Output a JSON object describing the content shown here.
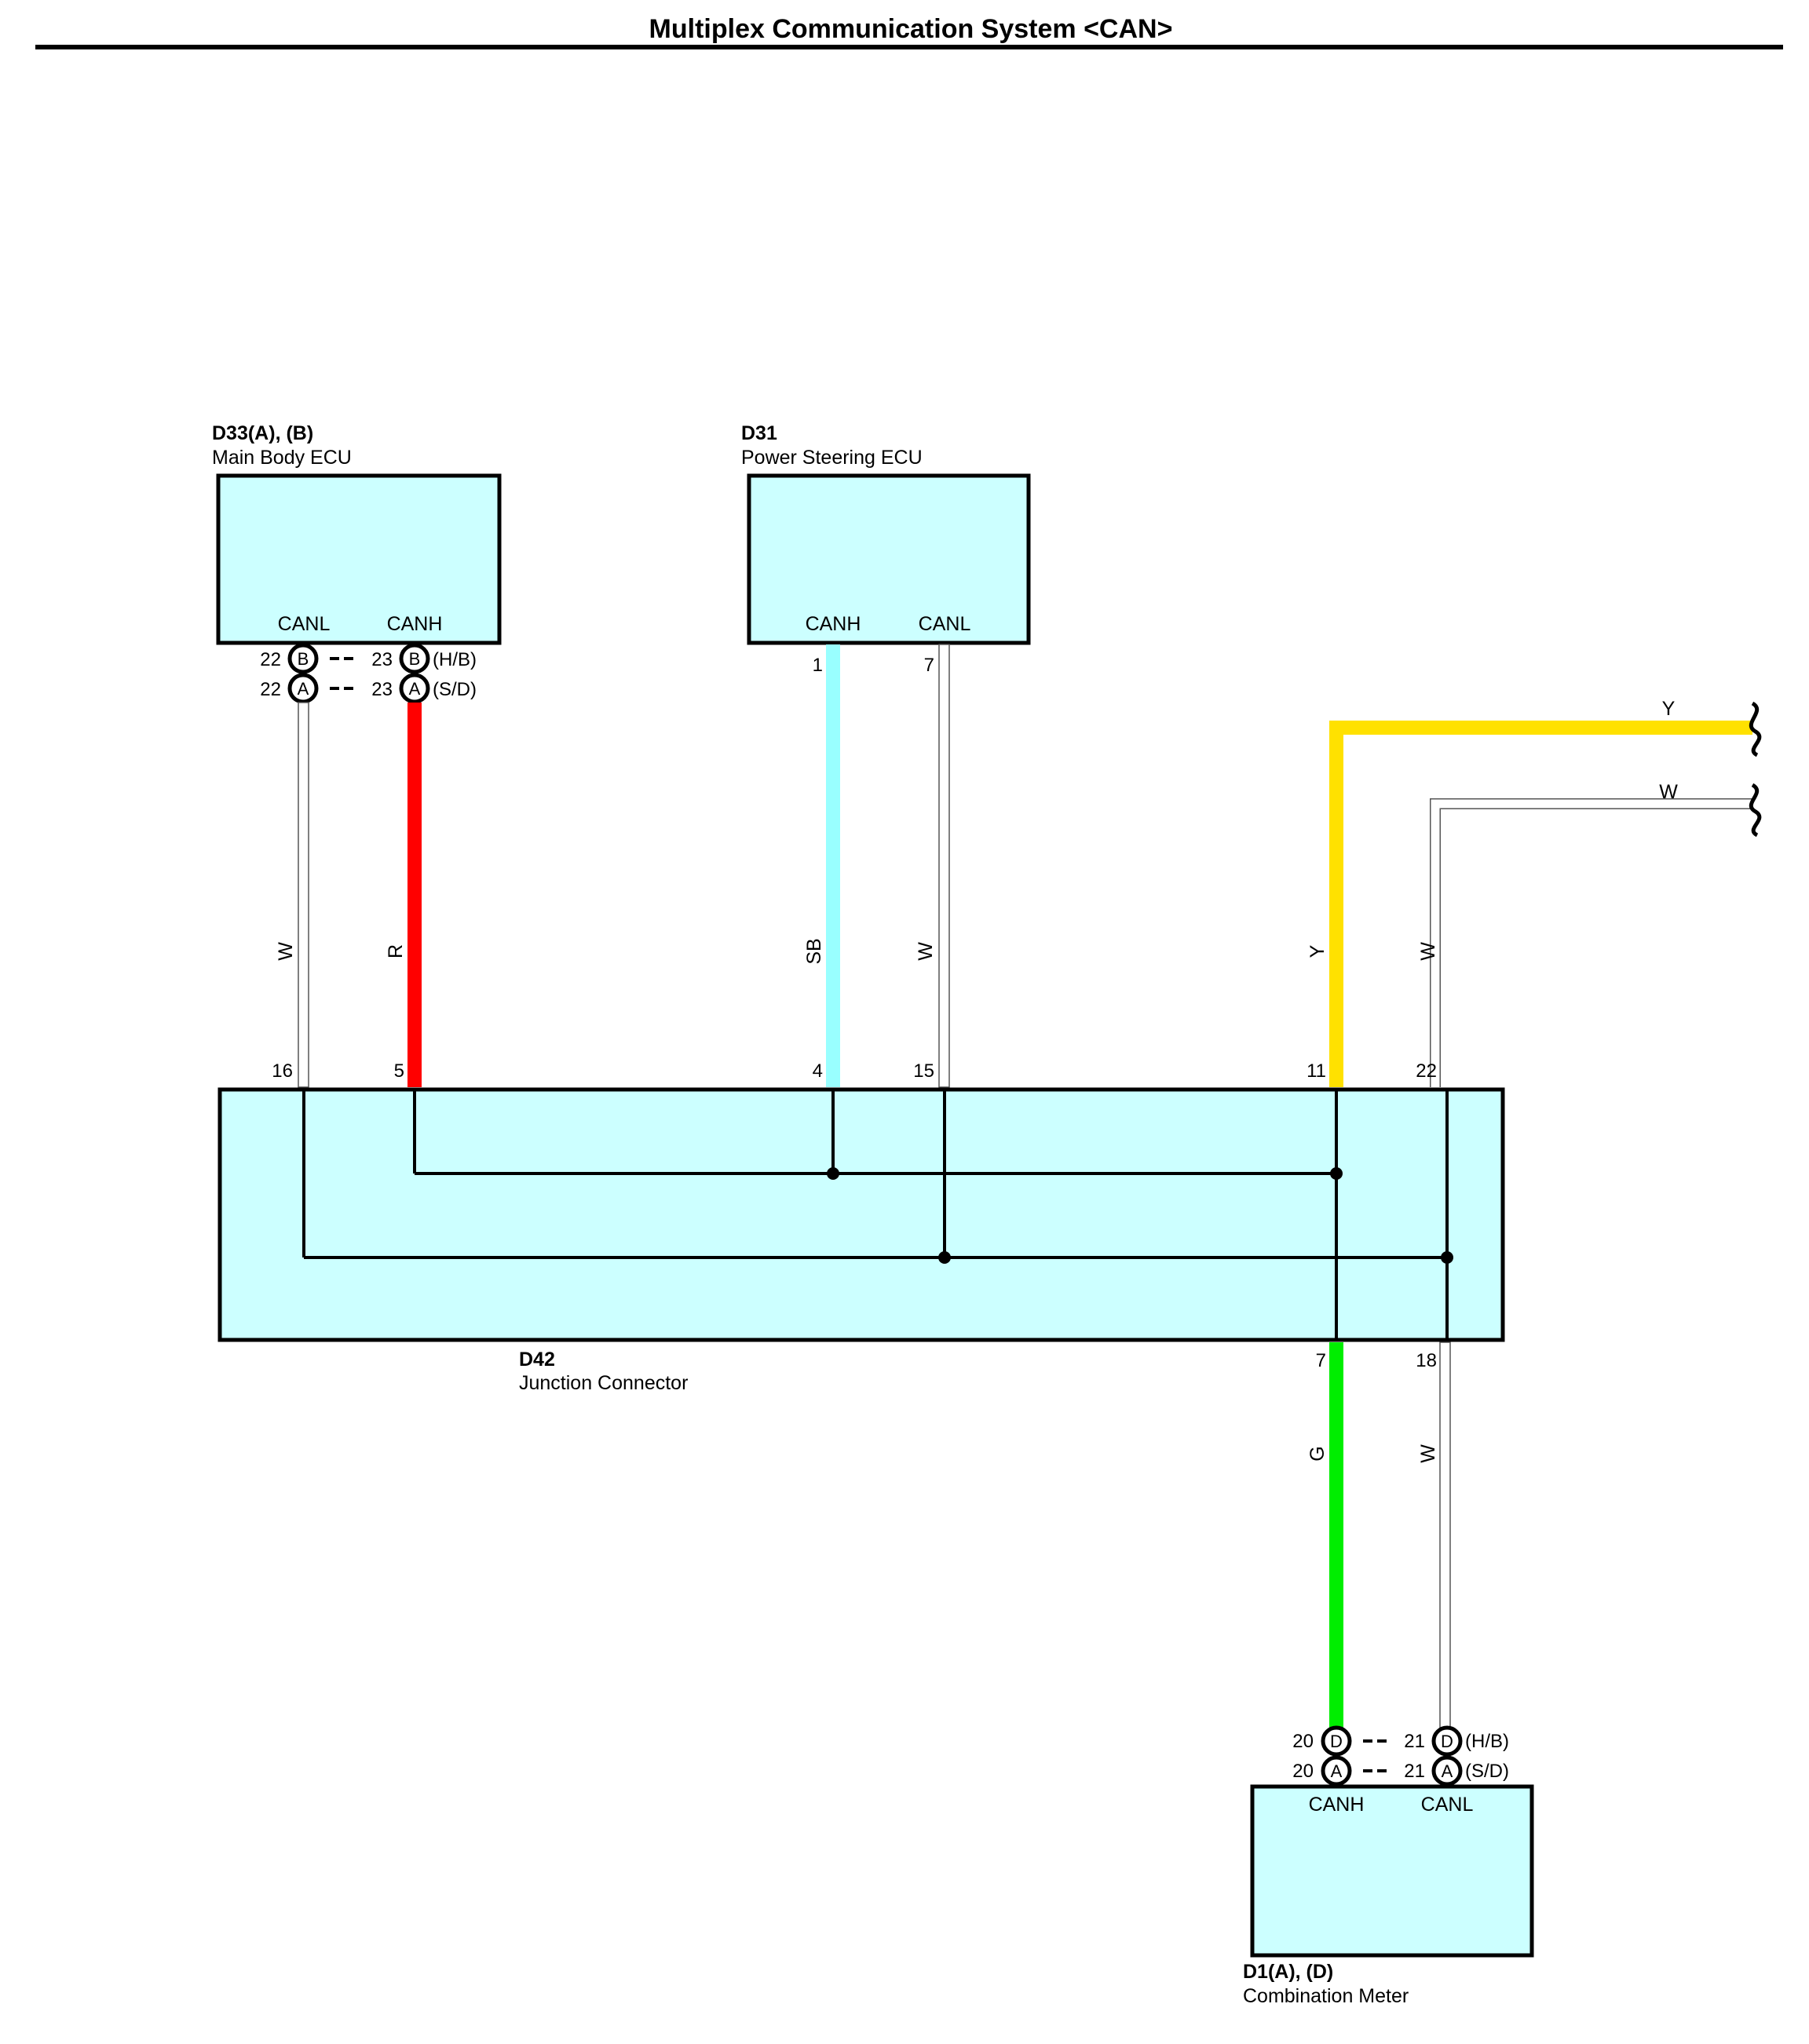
{
  "title": "Multiplex Communication System <CAN>",
  "colors": {
    "box_fill": "#ccffff",
    "wire_red": "#ff0000",
    "wire_sky_blue": "#99ffff",
    "wire_yellow": "#ffe100",
    "wire_green": "#00ee00",
    "wire_white_outline": "#555555"
  },
  "components": {
    "main_body_ecu": {
      "code": "D33(A), (B)",
      "name": "Main Body ECU",
      "terminals": {
        "left": "CANL",
        "right": "CANH"
      },
      "pins": [
        {
          "left": "22",
          "letter": "B",
          "right": "23",
          "variant": "(H/B)"
        },
        {
          "left": "22",
          "letter": "A",
          "right": "23",
          "variant": "(S/D)"
        }
      ]
    },
    "power_steering_ecu": {
      "code": "D31",
      "name": "Power Steering ECU",
      "terminals": {
        "left": "CANH",
        "right": "CANL"
      },
      "pins": {
        "left": "1",
        "right": "7"
      }
    },
    "junction_connector": {
      "code": "D42",
      "name": "Junction Connector",
      "top_pins": [
        "16",
        "5",
        "4",
        "15",
        "11",
        "22"
      ],
      "bottom_pins": [
        "7",
        "18"
      ]
    },
    "combination_meter": {
      "code": "D1(A), (D)",
      "name": "Combination Meter",
      "terminals": {
        "left": "CANH",
        "right": "CANL"
      },
      "pins": [
        {
          "left": "20",
          "letter": "D",
          "right": "21",
          "variant": "(H/B)"
        },
        {
          "left": "20",
          "letter": "A",
          "right": "21",
          "variant": "(S/D)"
        }
      ]
    }
  },
  "wires": {
    "body_canl": "W",
    "body_canh": "R",
    "ps_canh": "SB",
    "ps_canl": "W",
    "ext_canh": "Y",
    "ext_canl": "W",
    "ext_y_horizontal": "Y",
    "ext_w_horizontal": "W",
    "meter_canh": "G",
    "meter_canl": "W"
  }
}
